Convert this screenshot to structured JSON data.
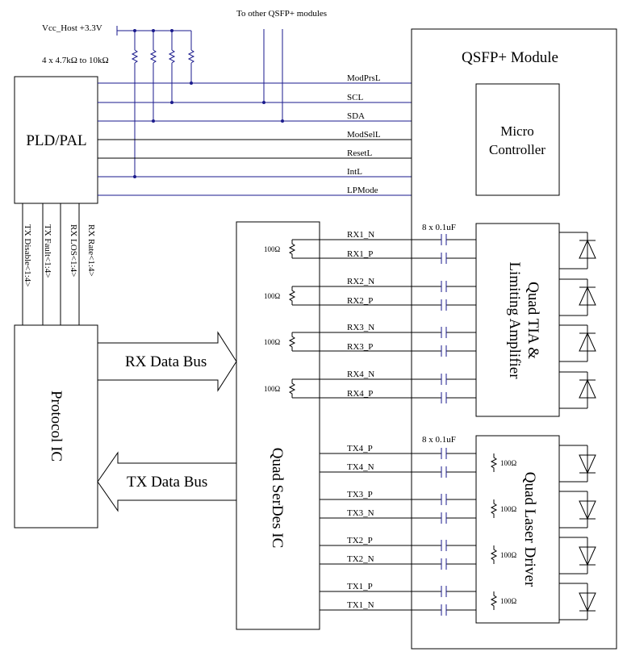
{
  "power": {
    "vcc": "Vcc_Host +3.3V",
    "pullups": "4 x 4.7kΩ to 10kΩ",
    "other_modules": "To other QSFP+ modules"
  },
  "blocks": {
    "pld": "PLD/PAL",
    "protocol": "Protocol IC",
    "serdes": "Quad SerDes IC",
    "module": "QSFP+ Module",
    "micro_line1": "Micro",
    "micro_line2": "Controller",
    "tia_line1": "Quad TIA &",
    "tia_line2": "Limiting Amplifier",
    "laser": "Quad Laser Driver"
  },
  "ctrl_signals": [
    "ModPrsL",
    "SCL",
    "SDA",
    "ModSelL",
    "ResetL",
    "IntL",
    "LPMode"
  ],
  "vertical_signals": [
    "TX Disable<1:4>",
    "TX Fault<1:4>",
    "RX LOS<1:4>",
    "RX Rate<1:4>"
  ],
  "buses": {
    "rx": "RX Data Bus",
    "tx": "TX Data Bus"
  },
  "caps": {
    "rx": "8 x 0.1uF",
    "tx": "8 x 0.1uF"
  },
  "resistor": "100Ω",
  "rx_pairs": [
    {
      "n": "RX1_N",
      "p": "RX1_P"
    },
    {
      "n": "RX2_N",
      "p": "RX2_P"
    },
    {
      "n": "RX3_N",
      "p": "RX3_P"
    },
    {
      "n": "RX4_N",
      "p": "RX4_P"
    }
  ],
  "tx_pairs": [
    {
      "p": "TX4_P",
      "n": "TX4_N"
    },
    {
      "p": "TX3_P",
      "n": "TX3_N"
    },
    {
      "p": "TX2_P",
      "n": "TX2_N"
    },
    {
      "p": "TX1_P",
      "n": "TX1_N"
    }
  ]
}
